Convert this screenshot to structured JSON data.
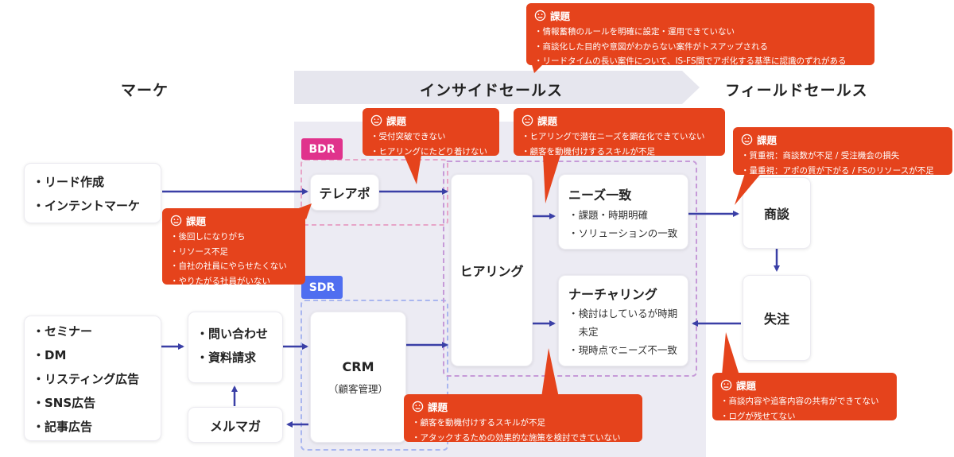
{
  "stages": {
    "marketing": "マーケ",
    "inside_sales": "インサイドセールス",
    "field_sales": "フィールドセールス"
  },
  "tags": {
    "bdr": "BDR",
    "sdr": "SDR"
  },
  "colors": {
    "callout": "#e5431c",
    "arrow": "#3a3fa6",
    "bdr": "#e0338c",
    "sdr": "#4f6ef0",
    "inside_bg": "#ecebf3",
    "band": "#e6e6ee"
  },
  "boxes": {
    "lead": {
      "items": [
        "・リード作成",
        "・インテントマーケ"
      ]
    },
    "events": {
      "items": [
        "・セミナー",
        "・DM",
        "・リスティング広告",
        "・SNS広告",
        "・記事広告"
      ]
    },
    "inquiry": {
      "items": [
        "・問い合わせ",
        "・資料請求"
      ]
    },
    "mailmag": {
      "title": "メルマガ"
    },
    "teleapo": {
      "title": "テレアポ"
    },
    "crm": {
      "title": "CRM",
      "sub": "（顧客管理）"
    },
    "hearing": {
      "title": "ヒアリング"
    },
    "needs_match": {
      "title": "ニーズ一致",
      "items": [
        "・課題・時期明確",
        "・ソリューションの一致"
      ]
    },
    "nurturing": {
      "title": "ナーチャリング",
      "items": [
        "・検討はしているが時期",
        "　未定",
        "・現時点でニーズ不一致"
      ]
    },
    "shodan": {
      "title": "商談"
    },
    "order": {
      "title": "失注"
    }
  },
  "callouts": {
    "top": {
      "heading": "課題",
      "items": [
        "・情報蓄積のルールを明確に設定・運用できていない",
        "・商談化した目的や意図がわからない案件がトスアップされる",
        "・リードタイムの長い案件について、IS-FS間でアポ化する基準に認識のずれがある"
      ]
    },
    "bdr": {
      "heading": "課題",
      "items": [
        "・受付突破できない",
        "・ヒアリングにたどり着けない"
      ]
    },
    "hearing": {
      "heading": "課題",
      "items": [
        "・ヒアリングで潜在ニーズを顕在化できていない",
        "・顧客を動機付けするスキルが不足"
      ]
    },
    "shodan": {
      "heading": "課題",
      "items": [
        "・質重視：商談数が不足 / 受注機会の損失",
        "・量重視：アポの質が下がる / FSのリソースが不足"
      ]
    },
    "teleapo": {
      "heading": "課題",
      "items": [
        "・後回しになりがち",
        "・リソース不足",
        "・自社の社員にやらせたくない",
        "・やりたがる社員がいない"
      ]
    },
    "nurturing": {
      "heading": "課題",
      "items": [
        "・顧客を動機付けするスキルが不足",
        "・アタックするための効果的な施策を検討できていない"
      ]
    },
    "lost": {
      "heading": "課題",
      "items": [
        "・商談内容や追客内容の共有ができてない",
        "・ログが残せてない"
      ]
    }
  }
}
